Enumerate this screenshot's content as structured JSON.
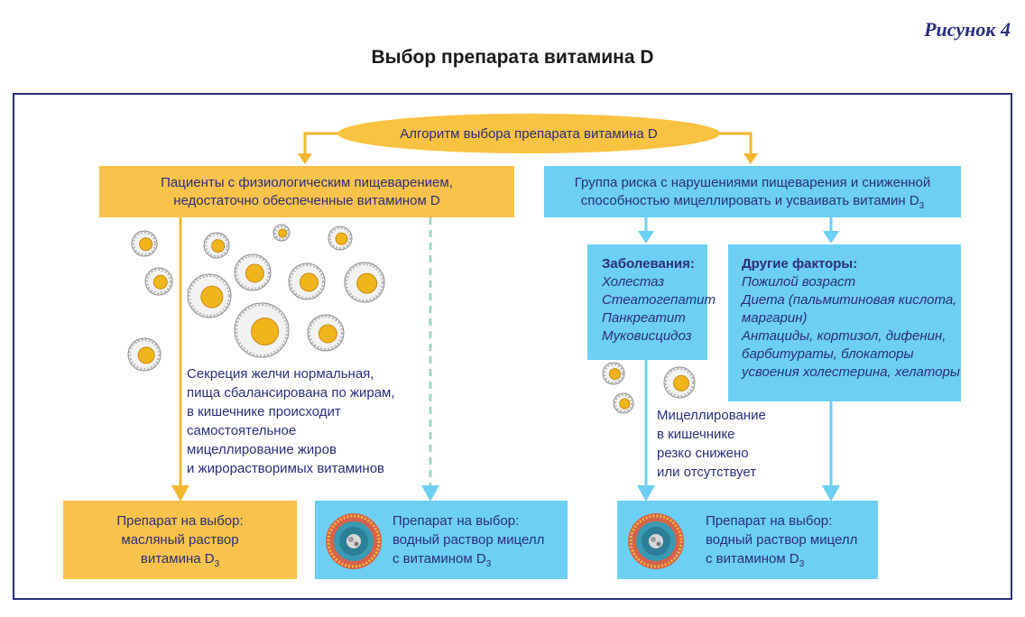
{
  "figure_label": "Рисунок 4",
  "title": "Выбор препарата витамина D",
  "algorithm": "Алгоритм выбора препарата витамина D",
  "left_group": {
    "line1": "Пациенты с физиологическим пищеварением,",
    "line2": "недостаточно обеспеченные витамином D"
  },
  "right_group": {
    "line1": "Группа риска с нарушениями пищеварения и сниженной",
    "line2_prefix": "способностью мицеллировать и усваивать витамин D",
    "line2_sub": "3"
  },
  "diseases": {
    "heading": "Заболевания:",
    "items": [
      "Холестаз",
      "Стеатогепатит",
      "Панкреатит",
      "Муковисцидоз"
    ]
  },
  "other_factors": {
    "heading": "Другие факторы:",
    "items": [
      "Пожилой возраст",
      "Диета (пальмитиновая кислота,",
      "маргарин)",
      "Антациды, кортизол, дифенин,",
      "барбитураты, блокаторы",
      "усвоения холестерина, хелаторы"
    ]
  },
  "normal_note": [
    "Секреция желчи нормальная,",
    "пища сбалансирована по жирам,",
    "в кишечнике происходит",
    "самостоятельное",
    "мицеллирование жиров",
    "и жирорастворимых витаминов"
  ],
  "impaired_note": [
    "Мицеллирование",
    "в кишечнике",
    "резко снижено",
    "или отсутствует"
  ],
  "results": {
    "oil": {
      "line1": "Препарат на выбор:",
      "line2": "масляный раствор",
      "line3_prefix": "витамина D",
      "line3_sub": "3"
    },
    "water_left": {
      "line1": "Препарат на выбор:",
      "line2": "водный раствор мицелл",
      "line3_prefix": "с витамином D",
      "line3_sub": "3"
    },
    "water_right": {
      "line1": "Препарат на выбор:",
      "line2": "водный раствор мицелл",
      "line3_prefix": "с витамином D",
      "line3_sub": "3"
    }
  },
  "colors": {
    "yellow": "#f9c24b",
    "blue": "#6ccff3",
    "text": "#2b2f7a",
    "frame": "#2b2f7a"
  }
}
